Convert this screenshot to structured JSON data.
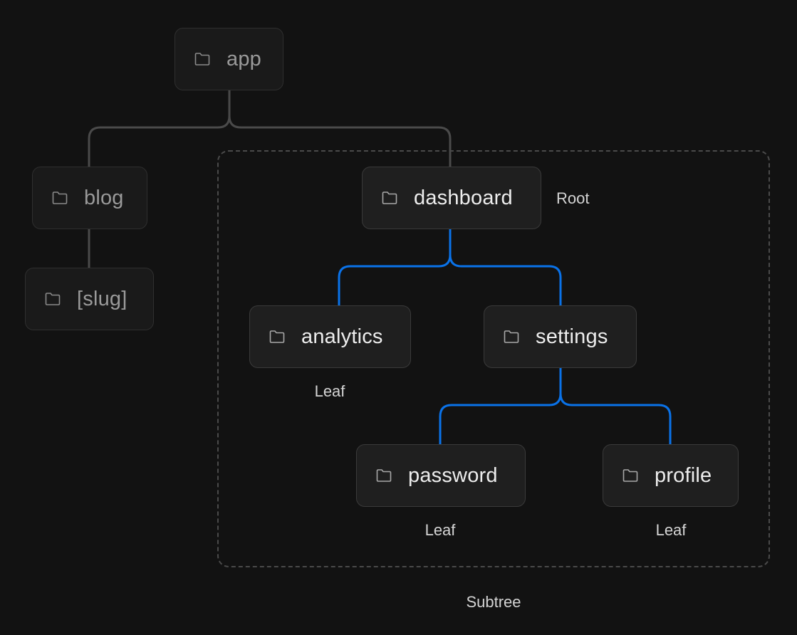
{
  "nodes": {
    "app": "app",
    "blog": "blog",
    "slug": "[slug]",
    "dashboard": "dashboard",
    "analytics": "analytics",
    "settings": "settings",
    "password": "password",
    "profile": "profile"
  },
  "annotations": {
    "root": "Root",
    "leaf_analytics": "Leaf",
    "leaf_password": "Leaf",
    "leaf_profile": "Leaf",
    "subtree": "Subtree"
  },
  "icons": {
    "node_icon": "folder-icon"
  },
  "colors": {
    "background": "#121212",
    "highlight_edge": "#0a72e8",
    "muted_edge": "#4a4a4a",
    "node_fill": "#1f1f1f",
    "node_border": "#3a3a3a",
    "dim_text": "#9a9a9a",
    "bright_text": "#ededed"
  }
}
